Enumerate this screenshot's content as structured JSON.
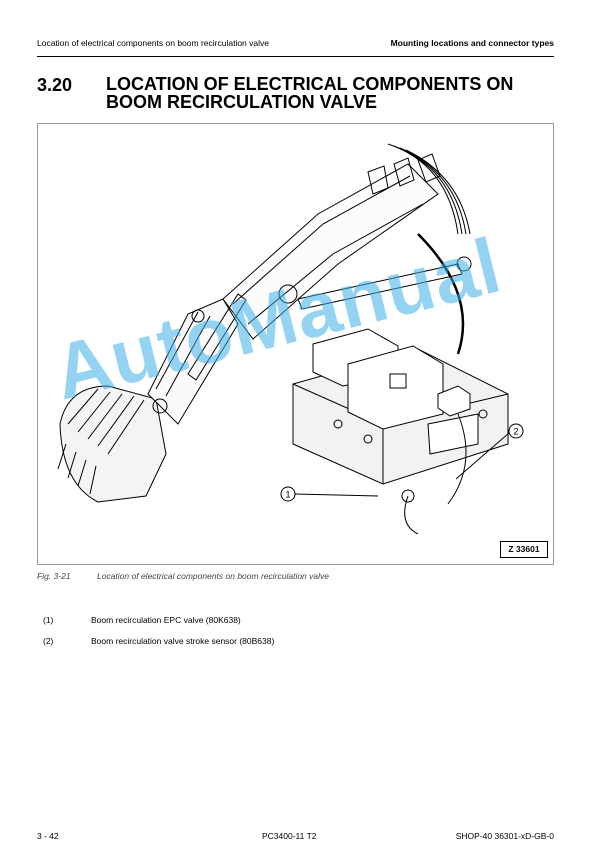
{
  "header": {
    "left": "Location of electrical components on boom recirculation valve",
    "right": "Mounting locations and connector types"
  },
  "section": {
    "number": "3.20",
    "title": "LOCATION OF ELECTRICAL COMPONENTS ON BOOM RECIRCULATION VALVE"
  },
  "figure": {
    "code": "Z 33601",
    "callouts": [
      "1",
      "2"
    ],
    "caption_number": "Fig. 3-21",
    "caption_text": "Location of electrical components on boom recirculation valve"
  },
  "legend": [
    {
      "num": "(1)",
      "text": "Boom recirculation EPC valve (80K638)"
    },
    {
      "num": "(2)",
      "text": "Boom recirculation valve stroke sensor (80B638)"
    }
  ],
  "watermark": "AutoManual",
  "footer": {
    "page": "3  - 42",
    "model": "PC3400-11 T2",
    "doc": "SHOP-40 36301-xD-GB-0"
  },
  "colors": {
    "watermark": "#3cafe6",
    "rule": "#000000"
  }
}
